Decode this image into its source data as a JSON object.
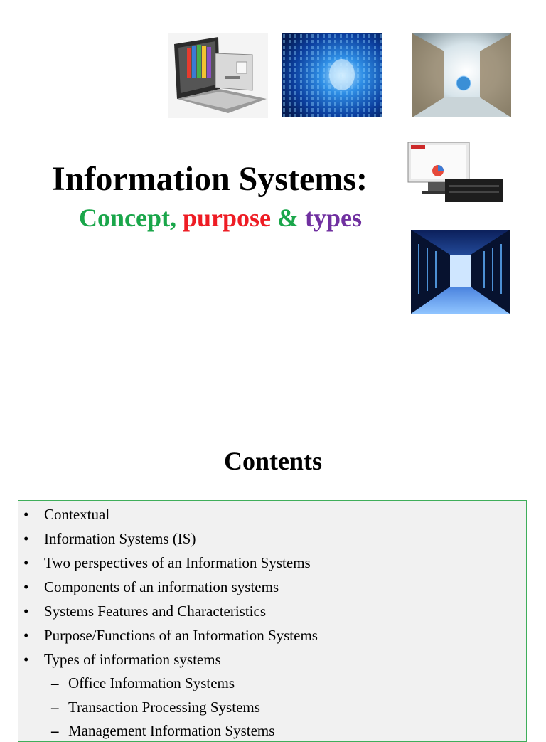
{
  "slide1": {
    "title": "Information Systems:",
    "subtitle": {
      "part1": "Concept,",
      "part2": "purpose",
      "part3": "&",
      "part4": "types"
    },
    "colors": {
      "part1": "#1aa64a",
      "part2": "#ee1c24",
      "part3": "#1aa64a",
      "part4": "#7030a0"
    },
    "images": [
      "laptop-file-drawer-photo",
      "binary-data-tunnel-photo",
      "server-hall-globe-photo",
      "monitor-and-server-photo",
      "datacenter-corridor-photo"
    ]
  },
  "slide2": {
    "heading": "Contents",
    "bullet": "•",
    "dash": "–",
    "items": [
      {
        "text": "Contextual",
        "level": 1
      },
      {
        "text": "Information Systems (IS)",
        "level": 1
      },
      {
        "text": "Two perspectives of an Information Systems",
        "level": 1
      },
      {
        "text": "Components of an information systems",
        "level": 1
      },
      {
        "text": "Systems Features and Characteristics",
        "level": 1
      },
      {
        "text": "Purpose/Functions of an Information Systems",
        "level": 1
      },
      {
        "text": "Types of information systems",
        "level": 1
      },
      {
        "text": "Office Information Systems",
        "level": 2
      },
      {
        "text": "Transaction Processing Systems",
        "level": 2
      },
      {
        "text": "Management Information Systems",
        "level": 2
      }
    ]
  }
}
